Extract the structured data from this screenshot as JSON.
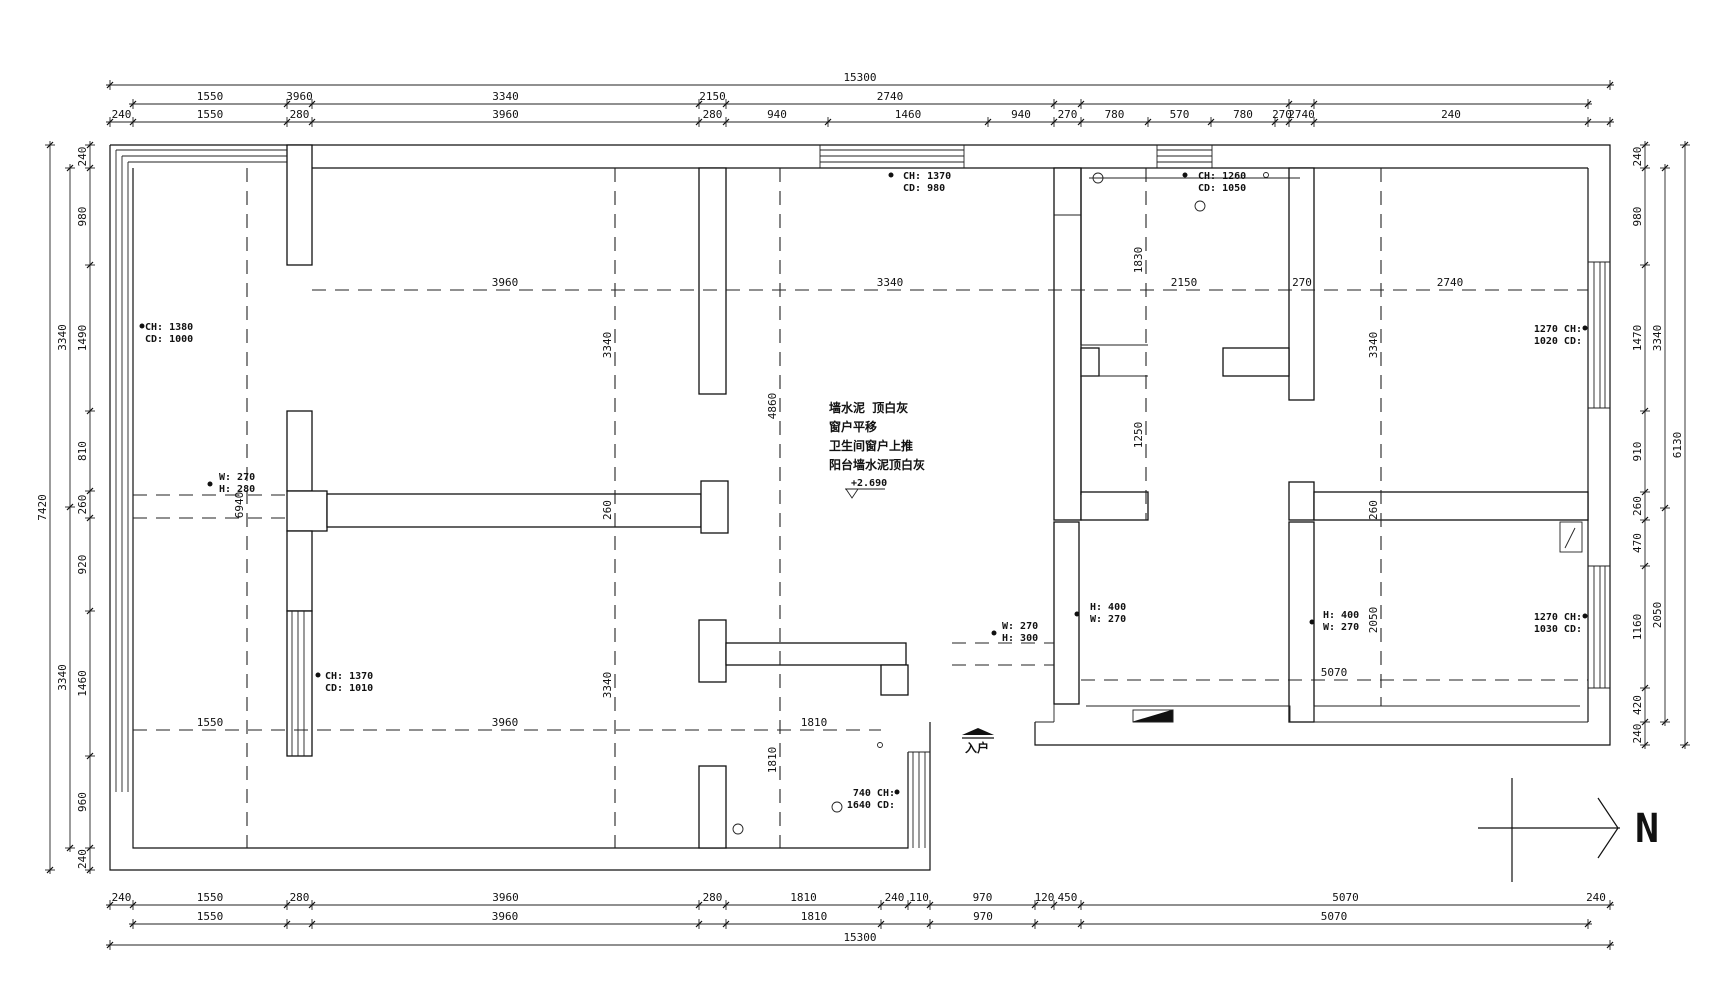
{
  "dims": {
    "top_total": "15300",
    "top_row1": [
      "1550",
      "3960",
      "3340",
      "2150",
      "2740"
    ],
    "top_row2": [
      "240",
      "1550",
      "280",
      "3960",
      "280",
      "940",
      "1460",
      "940",
      "270",
      "780",
      "570",
      "780",
      "270",
      "2740",
      "240"
    ],
    "bottom_row1": [
      "240",
      "1550",
      "280",
      "3960",
      "280",
      "1810",
      "240",
      "110",
      "970",
      "120",
      "450",
      "5070",
      "240"
    ],
    "bottom_row2": [
      "1550",
      "3960",
      "1810",
      "970",
      "5070"
    ],
    "bottom_total": "15300",
    "left_total": "7420",
    "left_row1": [
      "3340",
      "3340"
    ],
    "left_row2": [
      "240",
      "980",
      "1490",
      "810",
      "260",
      "920",
      "1460",
      "960",
      "240"
    ],
    "right_row1": [
      "240",
      "980",
      "1470",
      "910",
      "260",
      "470",
      "1160",
      "420",
      "240"
    ],
    "right_row2": [
      "3340",
      "2050"
    ],
    "right_total": "6130"
  },
  "interior": {
    "h1": [
      "3960",
      "3340",
      "2150",
      "270",
      "2740"
    ],
    "h2": [
      "1550",
      "3960",
      "1810"
    ],
    "h3": "5070",
    "v": [
      "3340",
      "3340",
      "4860",
      "1810",
      "1830",
      "1250",
      "3340",
      "2050",
      "1810",
      "1810"
    ],
    "wall": [
      "260",
      "260",
      "240",
      "260"
    ]
  },
  "windows": [
    {
      "a": "CH: 1380",
      "b": "CD: 1000"
    },
    {
      "a": "CH: 1370",
      "b": "CD: 980"
    },
    {
      "a": "CH: 1260",
      "b": "CD: 1050"
    },
    {
      "a": "1270 CH:",
      "b": "1020 CD:"
    },
    {
      "a": "1270 CH:",
      "b": "1030 CD:"
    },
    {
      "a": "CH: 1370",
      "b": "CD: 1010"
    },
    {
      "a": "740 CH:",
      "b": "1640 CD:"
    }
  ],
  "doors": [
    {
      "a": "W: 270",
      "b": "H: 280"
    },
    {
      "a": "W: 270",
      "b": "H: 300"
    },
    {
      "a": "H: 400",
      "b": "W: 270"
    },
    {
      "a": "H: 400",
      "b": "W: 270"
    }
  ],
  "notes": [
    "墙水泥 顶白灰",
    "窗户平移",
    "卫生间窗户上推",
    "阳台墙水泥顶白灰"
  ],
  "level": "+2.690",
  "entrance": "入户",
  "north": "N",
  "partial": "6940"
}
